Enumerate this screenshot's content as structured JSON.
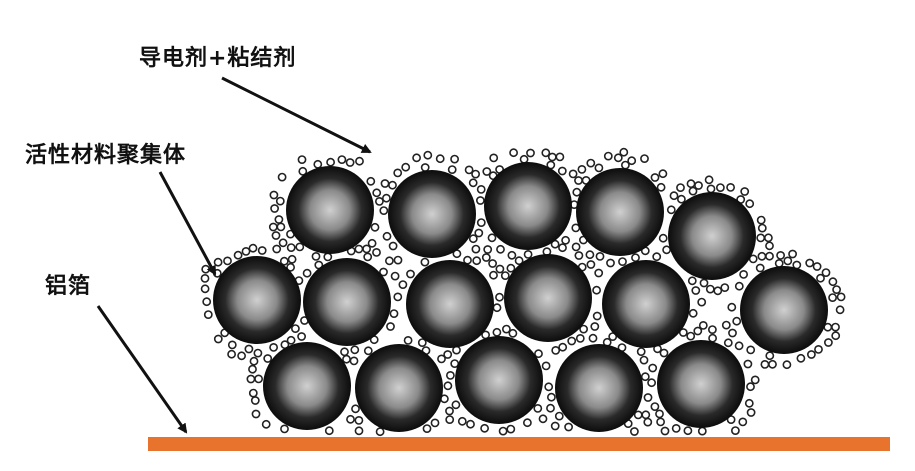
{
  "labels": {
    "conductive_binder": "导电剂+粘结剂",
    "active_aggregate": "活性材料聚集体",
    "aluminum_foil": "铝箔"
  },
  "colors": {
    "foil": "#e8732c",
    "particle_rim": "#141414",
    "particle_core": "#c8c8c8",
    "additive": "#9a9a9a",
    "text": "#111111",
    "arrow": "#111111"
  }
}
